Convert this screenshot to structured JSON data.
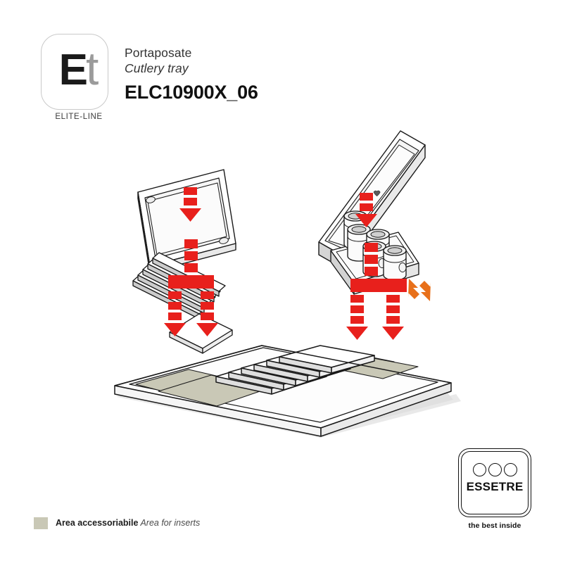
{
  "header": {
    "logo": {
      "letter_e": "E",
      "letter_t": "t",
      "sub_label": "ELITE-LINE"
    },
    "product_name_it": "Portaposate",
    "product_name_en": "Cutlery tray",
    "product_code": "ELC10900X_06"
  },
  "legend": {
    "swatch_color": "#c9c8b6",
    "label_it": "Area accessoriabile",
    "label_en": "Area for inserts"
  },
  "footer_logo": {
    "brand": "ESSETRE",
    "tagline": "the best inside",
    "dot_count": 3
  },
  "diagram": {
    "type": "exploded-assembly-isometric",
    "colors": {
      "outline": "#1a1a1a",
      "body_fill": "#ffffff",
      "insert_area": "#c9c8b6",
      "shade_light": "#f2f2f2",
      "shade_mid": "#e3e3e3",
      "shade_dark": "#cfcfcf",
      "arrow_red": "#e8201c",
      "arrow_orange": "#e8701a",
      "shadow": "#d8d8d8"
    },
    "components": [
      {
        "id": "lid-left",
        "name": "Coperchio / flat lid insert",
        "position": "upper-left"
      },
      {
        "id": "slat-insert",
        "name": "Inserto rigato / ribbed slat insert",
        "position": "mid-left"
      },
      {
        "id": "lid-right",
        "name": "Coperchio / flat lid insert",
        "position": "upper-right"
      },
      {
        "id": "jar-holder",
        "name": "Portavasetti / spice jar holder",
        "jar_count": 5,
        "position": "mid-right"
      },
      {
        "id": "cutlery-tray",
        "name": "Portaposate / cutlery tray base",
        "divider_count": 6,
        "insert_zones": 2,
        "position": "bottom-center"
      }
    ],
    "arrows": {
      "red_assembly_arrows": 8,
      "orange_slide_arrow": 1
    }
  }
}
